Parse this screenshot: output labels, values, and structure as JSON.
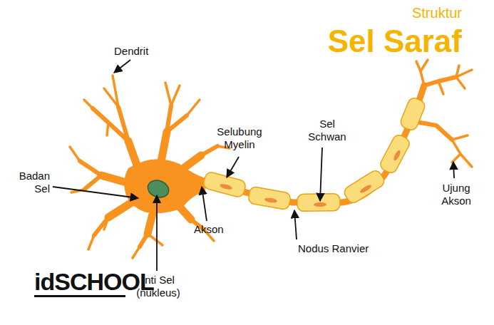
{
  "diagram": {
    "title": "Sel Saraf",
    "labels": [
      "Struktur",
      "Dendrit",
      "Badan Sel",
      "Inti Sel (nukleus)",
      "Akson",
      "Selubung Myelin",
      "Sel Schwan",
      "Nodus Ranvier",
      "Ujung Akson",
      "idSCHOOL"
    ]
  }
}
